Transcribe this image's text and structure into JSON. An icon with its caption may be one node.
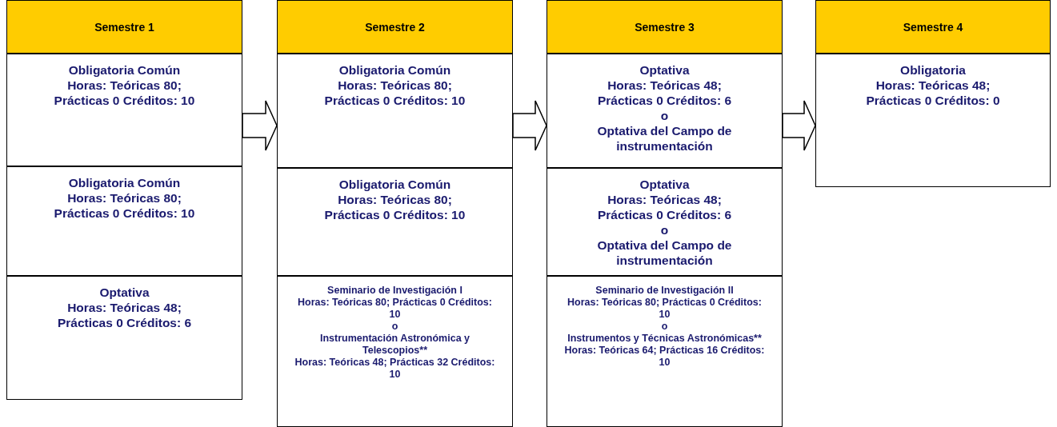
{
  "diagram": {
    "nodes": [
      {
        "text": [
          "Semestre 1"
        ]
      },
      {
        "text": [
          "Obligatoria Común",
          "Horas: Teóricas 80; Prácticas 0 Créditos: 10"
        ]
      },
      {
        "text": [
          "Obligatoria Común",
          "Horas: Teóricas 80; Prácticas 0 Créditos: 10"
        ]
      },
      {
        "text": [
          "Optativa",
          "Horas: Teóricas 48; Prácticas 0 Créditos: 6"
        ]
      },
      {
        "text": [
          "Semestre 2"
        ]
      },
      {
        "text": [
          "Obligatoria Común",
          "Horas: Teóricas 80; Prácticas 0 Créditos: 10"
        ]
      },
      {
        "text": [
          "Obligatoria Común",
          "Horas: Teóricas 80; Prácticas 0 Créditos: 10"
        ]
      },
      {
        "text": [
          "Seminario de Investigación I",
          "Horas: Teóricas 80; Prácticas 0 Créditos: 10",
          "o",
          "Instrumentación Astronómica y Telescopios**",
          "Horas: Teóricas 48; Prácticas 32 Créditos: 10"
        ]
      },
      {
        "text": [
          "Semestre 3"
        ]
      },
      {
        "text": [
          "Optativa",
          "Horas: Teóricas 48; Prácticas 0 Créditos: 6",
          "o",
          "Optativa del Campo de instrumentación"
        ]
      },
      {
        "text": [
          "Optativa",
          "Horas: Teóricas 48; Prácticas 0 Créditos: 6",
          "o",
          "Optativa del Campo de instrumentación"
        ]
      },
      {
        "text": [
          "Seminario de Investigación II",
          "Horas: Teóricas 80; Prácticas 0 Créditos: 10",
          "o",
          "Instrumentos y Técnicas Astronómicas**",
          "Horas: Teóricas 64; Prácticas 16 Créditos: 10"
        ]
      },
      {
        "text": [
          "Semestre 4"
        ]
      },
      {
        "text": [
          "Obligatoria",
          "Horas: Teóricas 48; Prácticas 0 Créditos: 0"
        ]
      }
    ],
    "edges": [
      {
        "from": 1,
        "to": 5,
        "arrow": "to"
      },
      {
        "from": 5,
        "to": 9,
        "arrow": "to"
      },
      {
        "from": 9,
        "to": 13,
        "arrow": "to"
      }
    ]
  }
}
